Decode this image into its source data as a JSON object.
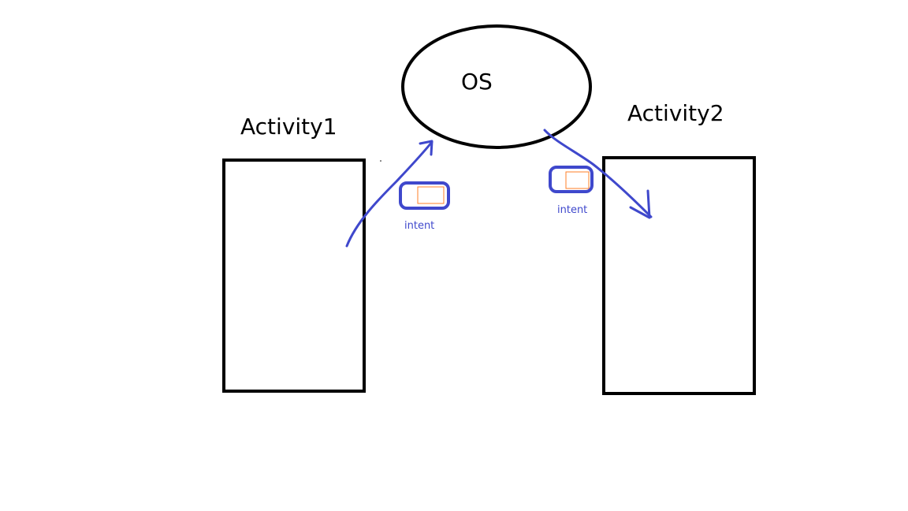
{
  "nodes": {
    "os": {
      "label": "OS"
    },
    "activity1": {
      "label": "Activity1"
    },
    "activity2": {
      "label": "Activity2"
    }
  },
  "edges": [
    {
      "from": "activity1",
      "to": "os",
      "label": "intent"
    },
    {
      "from": "os",
      "to": "activity2",
      "label": "intent"
    }
  ],
  "colors": {
    "outline": "#000000",
    "arrow": "#3f48cc",
    "intent_inner": "#ff7f27"
  },
  "icons": {
    "intent": "intent-envelope-icon"
  }
}
